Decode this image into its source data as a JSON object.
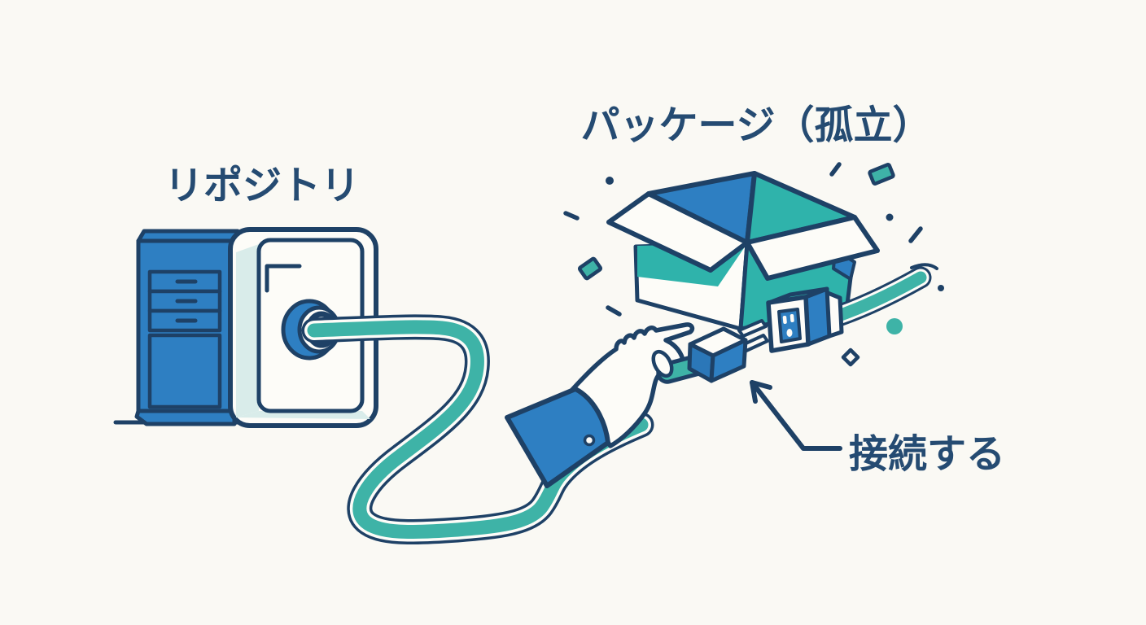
{
  "labels": {
    "repository": "リポジトリ",
    "package_isolated": "パッケージ（孤立）",
    "connect": "接続する"
  },
  "colors": {
    "background": "#faf9f4",
    "outline_navy": "#1e4166",
    "text_navy": "#254b72",
    "primary_blue": "#2e7fc2",
    "plug_blue_dark": "#2b77b8",
    "cable_teal": "#3eb3a7",
    "box_teal": "#2fb3ab",
    "panel_bevel_light": "#d9ecea",
    "shape_white": "#fdfcf8"
  },
  "scene": {
    "elements": [
      "server-tower",
      "socket-panel",
      "power-cable",
      "open-package-box",
      "power-outlet",
      "power-plug",
      "hand-with-cuff",
      "annotation-arrow",
      "confetti"
    ]
  }
}
